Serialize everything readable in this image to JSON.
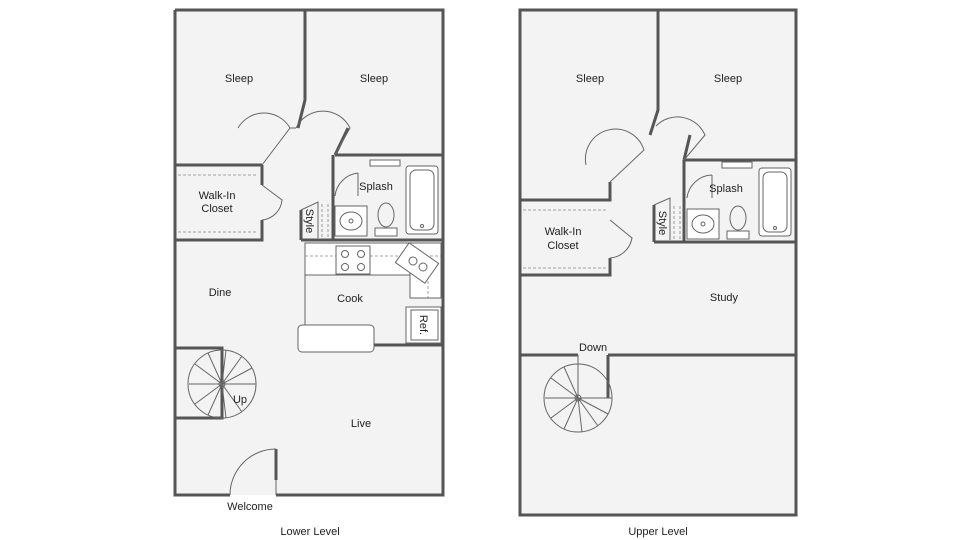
{
  "lower": {
    "caption": "Lower Level",
    "rooms": {
      "sleep_left": "Sleep",
      "sleep_right": "Sleep",
      "walk_in_line1": "Walk-In",
      "walk_in_line2": "Closet",
      "splash": "Splash",
      "style": "Style",
      "dine": "Dine",
      "cook": "Cook",
      "ref": "Ref.",
      "up": "Up",
      "live": "Live",
      "welcome": "Welcome"
    }
  },
  "upper": {
    "caption": "Upper Level",
    "rooms": {
      "sleep_left": "Sleep",
      "sleep_right": "Sleep",
      "splash": "Splash",
      "style": "Style",
      "walk_in_line1": "Walk-In",
      "walk_in_line2": "Closet",
      "study": "Study",
      "down": "Down"
    }
  }
}
